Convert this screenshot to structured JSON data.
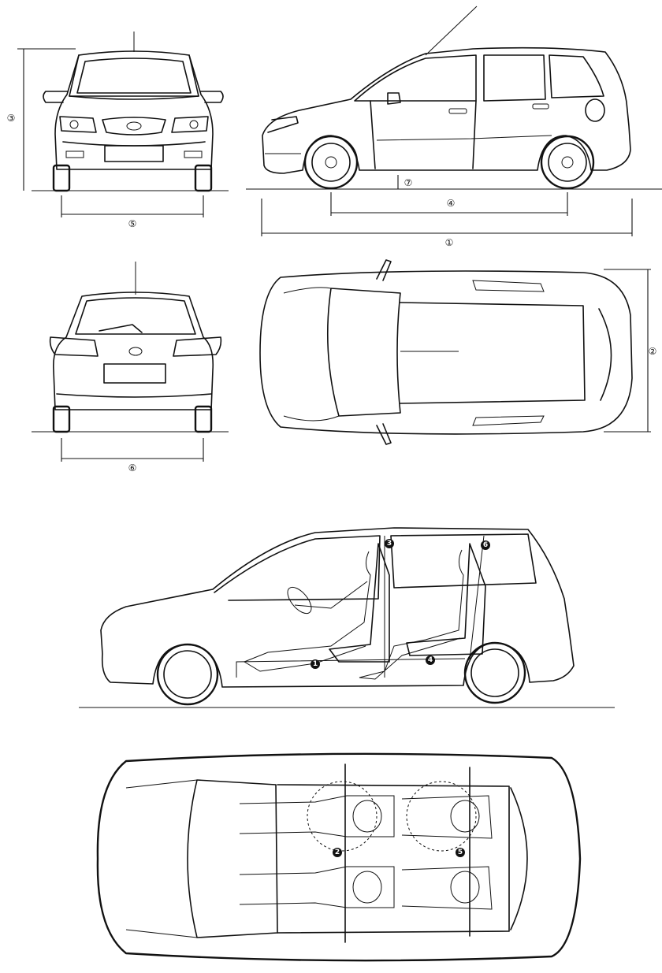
{
  "dimension_markers": [
    {
      "id": "overall-length",
      "label": "①"
    },
    {
      "id": "overall-width",
      "label": "②"
    },
    {
      "id": "overall-height",
      "label": "③"
    },
    {
      "id": "wheelbase",
      "label": "④"
    },
    {
      "id": "front-track",
      "label": "⑤"
    },
    {
      "id": "rear-track",
      "label": "⑥"
    },
    {
      "id": "ground-clearance",
      "label": "⑦"
    }
  ],
  "interior_markers": [
    {
      "id": "interior-1",
      "label": "1"
    },
    {
      "id": "interior-2",
      "label": "2"
    },
    {
      "id": "interior-3",
      "label": "3"
    },
    {
      "id": "interior-4",
      "label": "4"
    },
    {
      "id": "interior-5",
      "label": "5"
    },
    {
      "id": "interior-6",
      "label": "6"
    }
  ],
  "colors": {
    "line": "#111111",
    "background": "#ffffff"
  }
}
